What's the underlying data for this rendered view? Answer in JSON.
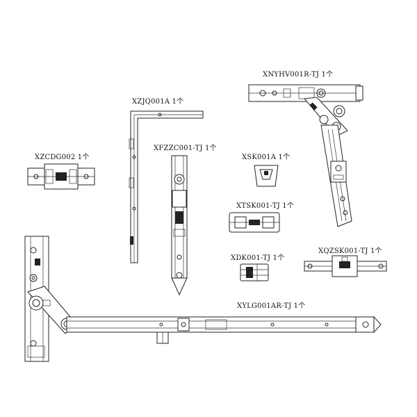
{
  "parts": [
    {
      "id": "XNYHV001R-TJ",
      "label": "XNYHV001R-TJ 1个"
    },
    {
      "id": "XZJQ001A",
      "label": "XZJQ001A 1个"
    },
    {
      "id": "XFZZC001-TJ",
      "label": "XFZZC001-TJ 1个"
    },
    {
      "id": "XZCDG002",
      "label": "XZCDG002 1个"
    },
    {
      "id": "XSK001A",
      "label": "XSK001A 1个"
    },
    {
      "id": "XTSK001-TJ",
      "label": "XTSK001-TJ 1个"
    },
    {
      "id": "XDK001-TJ",
      "label": "XDK001-TJ 1个"
    },
    {
      "id": "XQZSK001-TJ",
      "label": "XQZSK001-TJ 1个"
    },
    {
      "id": "XYLG001AR-TJ",
      "label": "XYLG001AR-TJ 1个"
    }
  ]
}
